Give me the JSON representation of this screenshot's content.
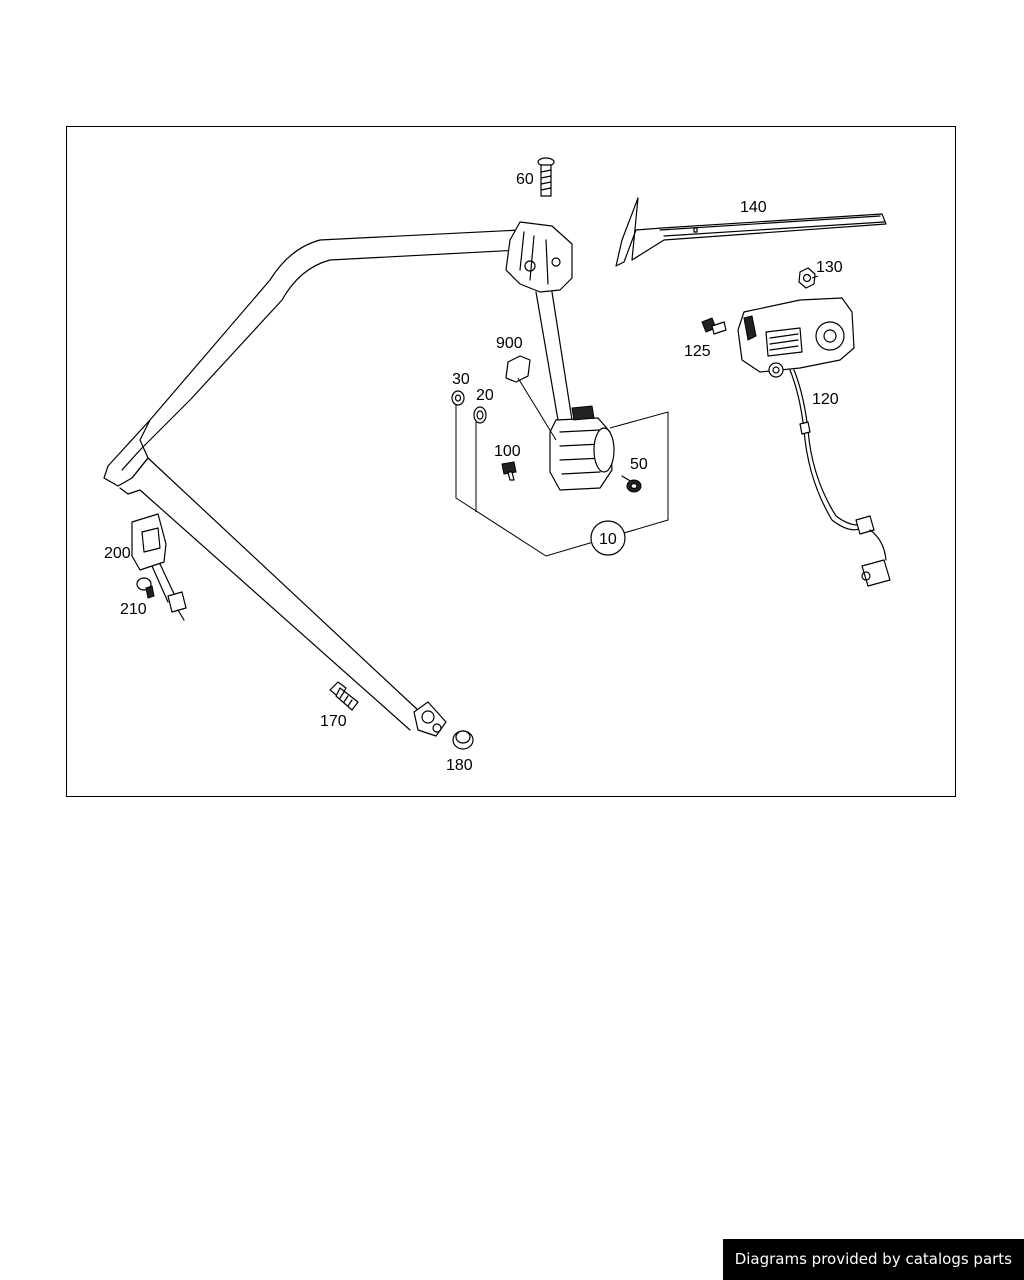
{
  "callouts": {
    "p10": "10",
    "p20": "20",
    "p30": "30",
    "p50": "50",
    "p60": "60",
    "p100": "100",
    "p120": "120",
    "p125": "125",
    "p130": "130",
    "p140": "140",
    "p170": "170",
    "p180": "180",
    "p200": "200",
    "p210": "210",
    "p900": "900"
  },
  "attribution": "Diagrams provided by catalogs parts",
  "colors": {
    "line": "#000000",
    "background": "#ffffff",
    "badge": "#000000"
  }
}
